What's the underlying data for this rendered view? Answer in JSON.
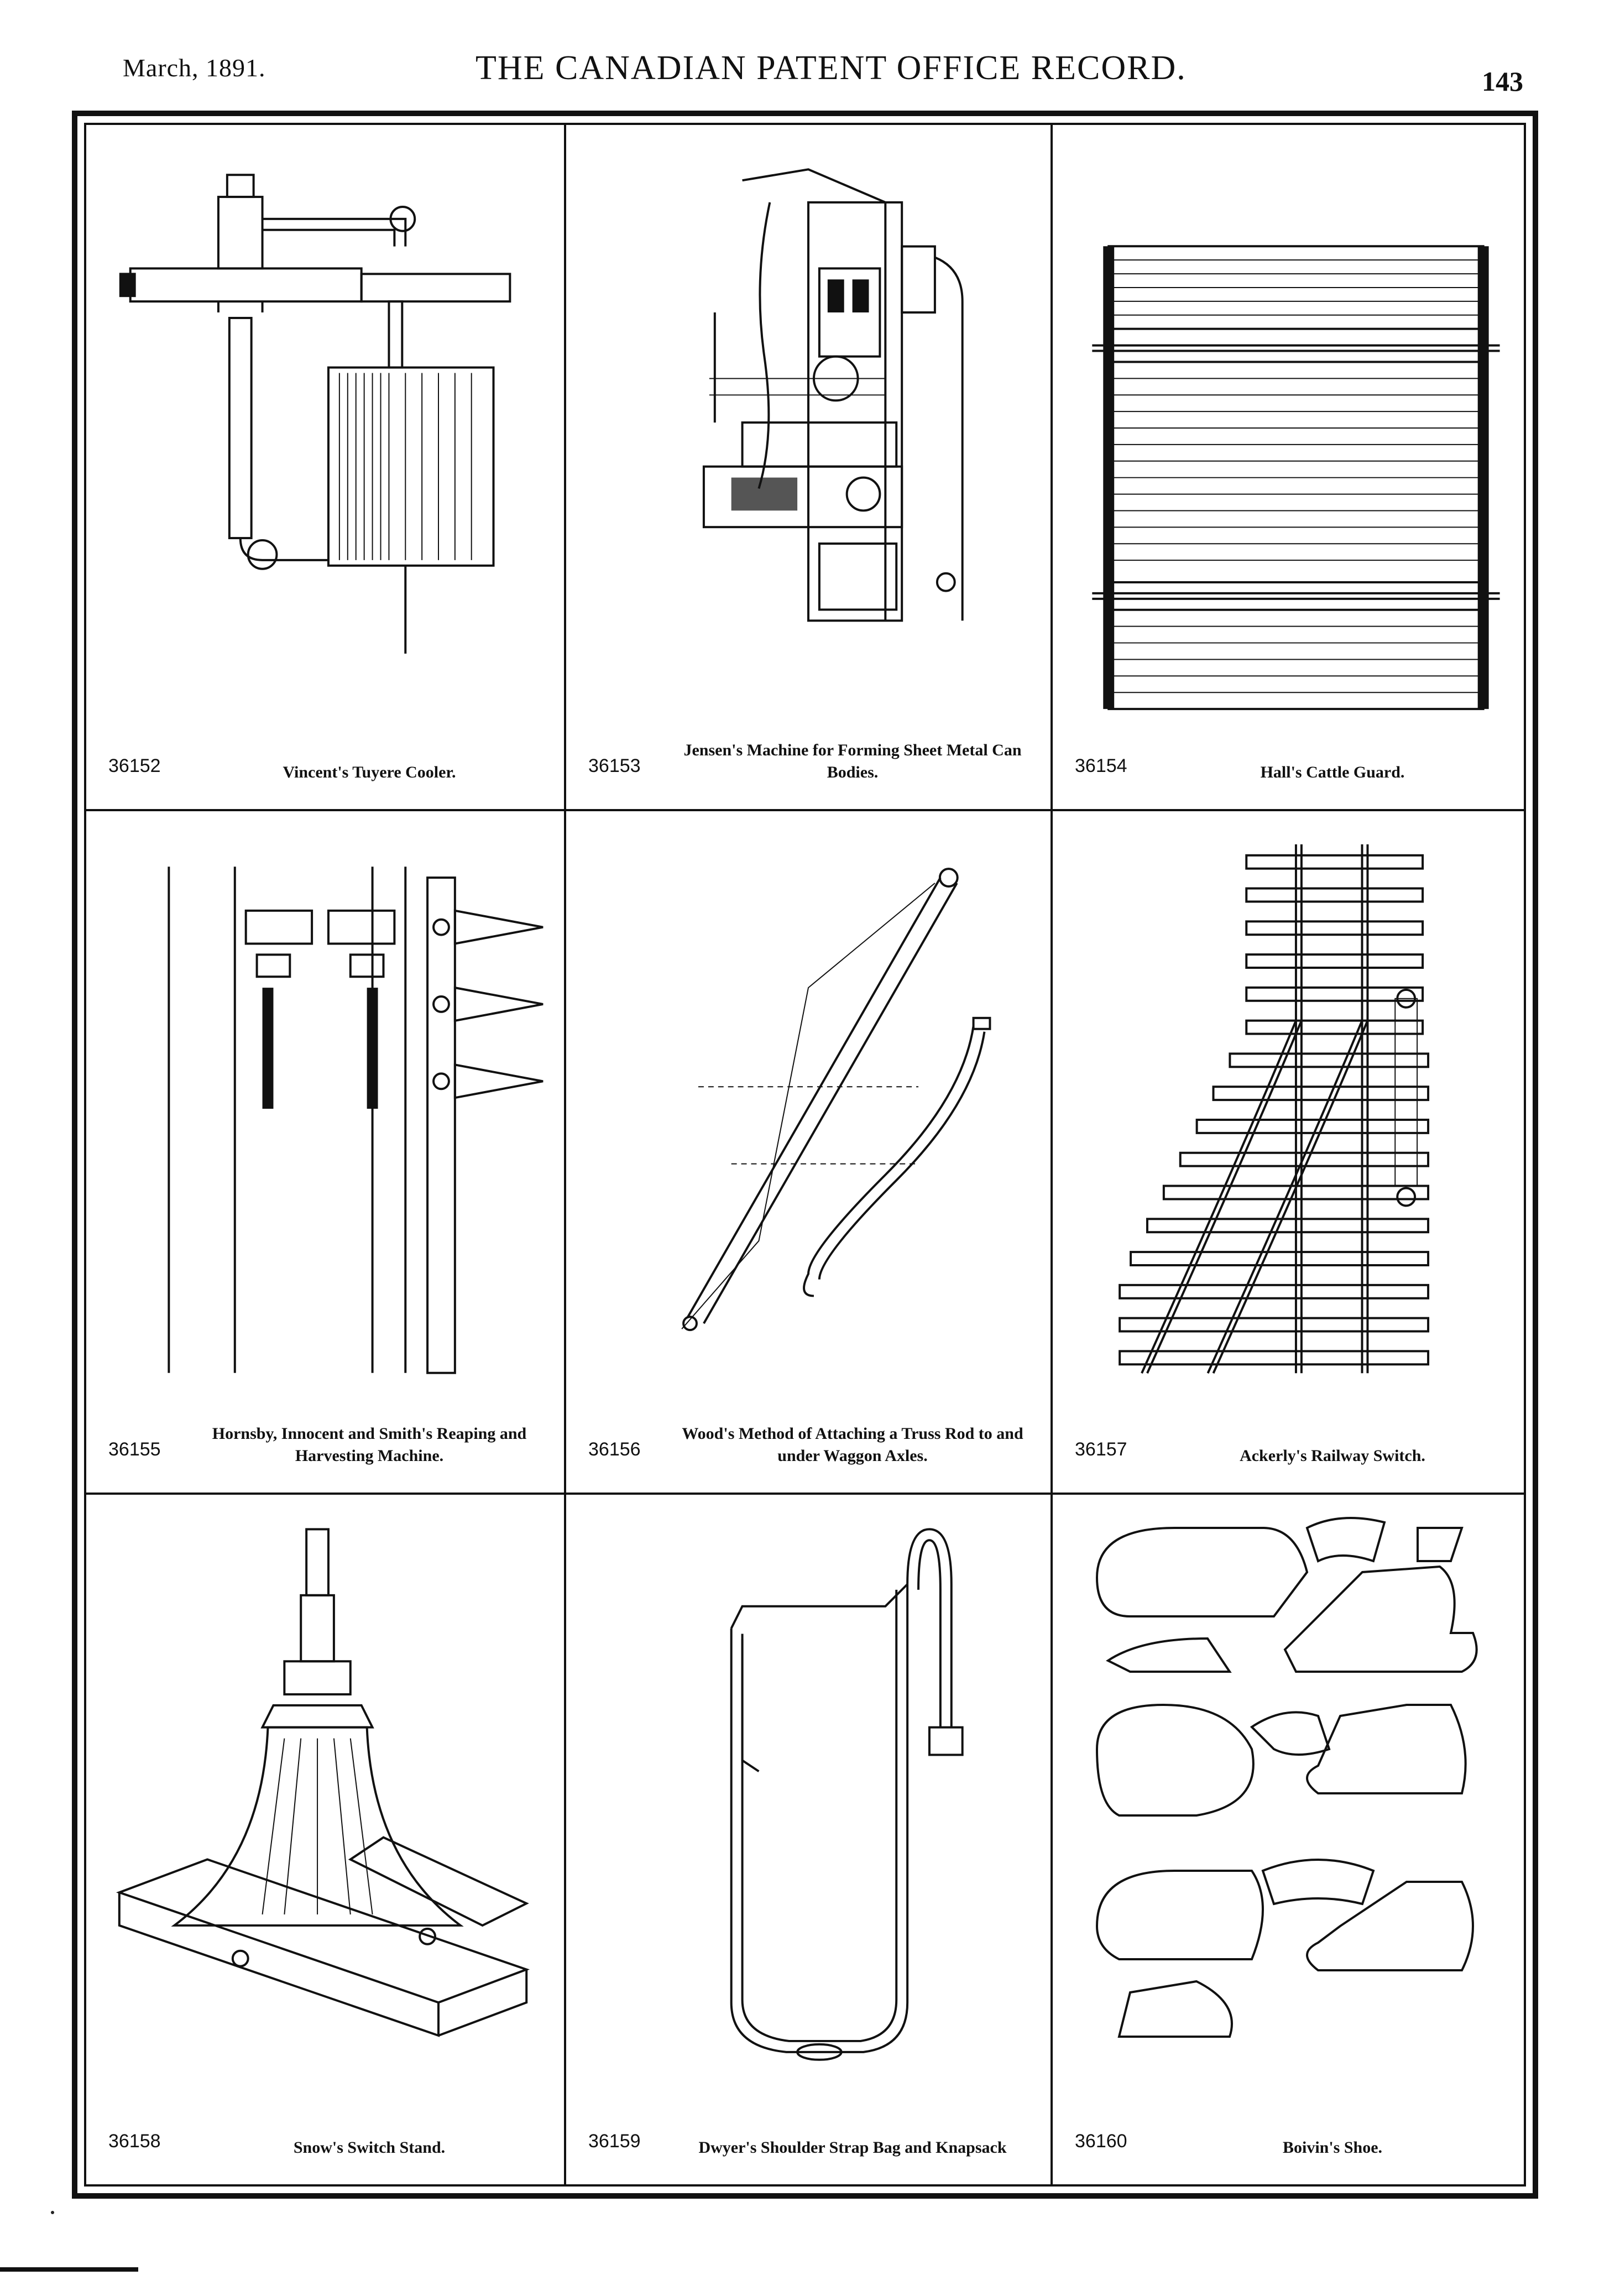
{
  "header": {
    "date": "March, 1891.",
    "title": "THE CANADIAN PATENT OFFICE RECORD.",
    "page_number": "143"
  },
  "patents": [
    {
      "number": "36152",
      "caption": "Vincent's Tuyere Cooler.",
      "icon": "tuyere-cooler-illustration"
    },
    {
      "number": "36153",
      "caption": "Jensen's Machine for Forming Sheet Metal Can Bodies.",
      "icon": "can-body-machine-illustration"
    },
    {
      "number": "36154",
      "caption": "Hall's Cattle Guard.",
      "icon": "cattle-guard-illustration"
    },
    {
      "number": "36155",
      "caption": "Hornsby, Innocent and Smith's Reaping and Harvesting Machine.",
      "icon": "reaping-machine-illustration"
    },
    {
      "number": "36156",
      "caption": "Wood's Method of Attaching a Truss Rod to and under Waggon Axles.",
      "icon": "truss-rod-illustration"
    },
    {
      "number": "36157",
      "caption": "Ackerly's Railway Switch.",
      "icon": "railway-switch-illustration"
    },
    {
      "number": "36158",
      "caption": "Snow's Switch Stand.",
      "icon": "switch-stand-illustration"
    },
    {
      "number": "36159",
      "caption": "Dwyer's Shoulder Strap Bag and Knapsack",
      "icon": "knapsack-illustration"
    },
    {
      "number": "36160",
      "caption": "Boivin's Shoe.",
      "icon": "shoe-illustration"
    }
  ]
}
